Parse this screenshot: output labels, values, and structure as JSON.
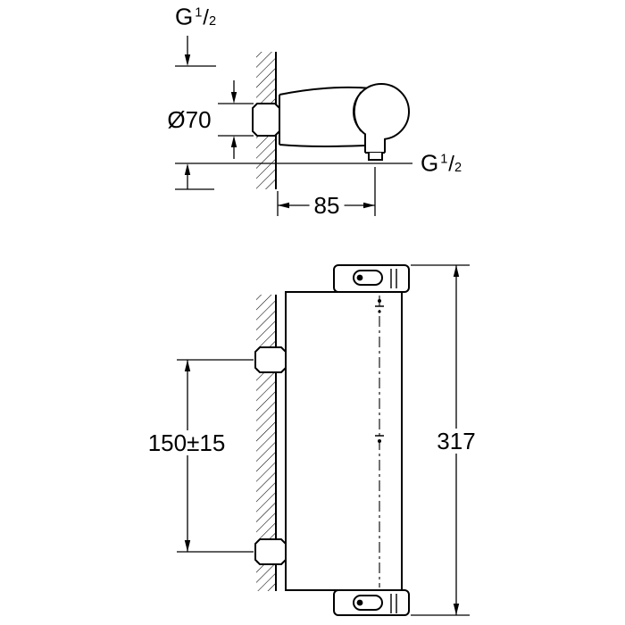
{
  "page": {
    "line_color": "#000000",
    "background": "#ffffff"
  },
  "top_view": {
    "thread_top": {
      "base": "G",
      "numerator": "1",
      "separator": "/",
      "denominator": "2"
    },
    "diameter": "Ø70",
    "thread_outlet": {
      "base": "G",
      "numerator": "1",
      "separator": "/",
      "denominator": "2"
    },
    "projection": "85"
  },
  "front_view": {
    "connection_spacing": "150±15",
    "total_height": "317"
  }
}
